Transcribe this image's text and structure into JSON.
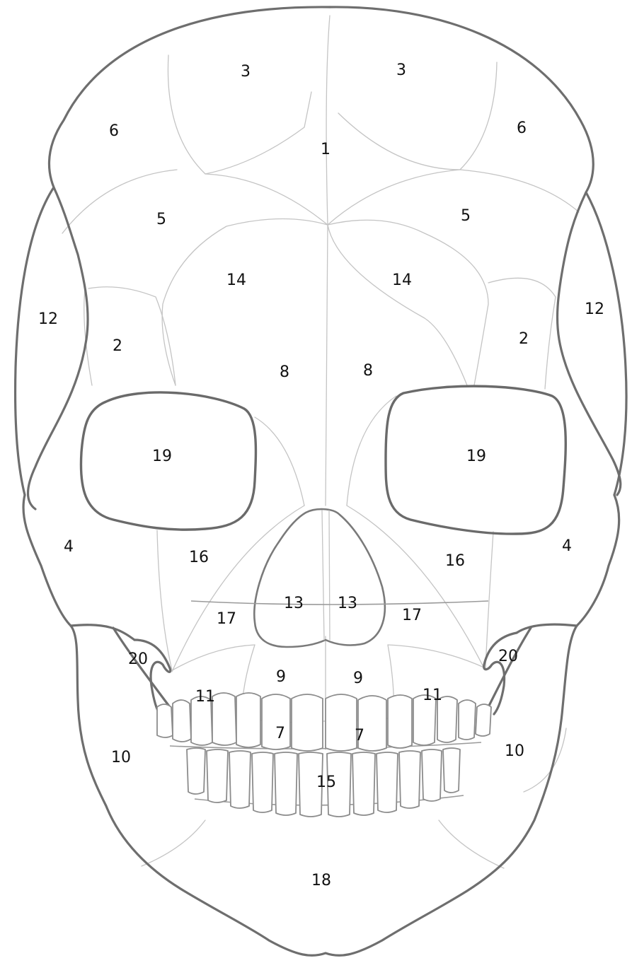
{
  "regions": [
    {
      "id": "r1",
      "label": "1"
    },
    {
      "id": "r3a",
      "label": "3"
    },
    {
      "id": "r3b",
      "label": "3"
    },
    {
      "id": "r6a",
      "label": "6"
    },
    {
      "id": "r6b",
      "label": "6"
    },
    {
      "id": "r5a",
      "label": "5"
    },
    {
      "id": "r5b",
      "label": "5"
    },
    {
      "id": "r14a",
      "label": "14"
    },
    {
      "id": "r14b",
      "label": "14"
    },
    {
      "id": "r12a",
      "label": "12"
    },
    {
      "id": "r12b",
      "label": "12"
    },
    {
      "id": "r2a",
      "label": "2"
    },
    {
      "id": "r2b",
      "label": "2"
    },
    {
      "id": "r8a",
      "label": "8"
    },
    {
      "id": "r8b",
      "label": "8"
    },
    {
      "id": "r19a",
      "label": "19"
    },
    {
      "id": "r19b",
      "label": "19"
    },
    {
      "id": "r4a",
      "label": "4"
    },
    {
      "id": "r4b",
      "label": "4"
    },
    {
      "id": "r16a",
      "label": "16"
    },
    {
      "id": "r16b",
      "label": "16"
    },
    {
      "id": "r13a",
      "label": "13"
    },
    {
      "id": "r13b",
      "label": "13"
    },
    {
      "id": "r17a",
      "label": "17"
    },
    {
      "id": "r17b",
      "label": "17"
    },
    {
      "id": "r20a",
      "label": "20"
    },
    {
      "id": "r20b",
      "label": "20"
    },
    {
      "id": "r9a",
      "label": "9"
    },
    {
      "id": "r9b",
      "label": "9"
    },
    {
      "id": "r11a",
      "label": "11"
    },
    {
      "id": "r11b",
      "label": "11"
    },
    {
      "id": "r7a",
      "label": "7"
    },
    {
      "id": "r7b",
      "label": "7"
    },
    {
      "id": "r10a",
      "label": "10"
    },
    {
      "id": "r10b",
      "label": "10"
    },
    {
      "id": "r15",
      "label": "15"
    },
    {
      "id": "r18",
      "label": "18"
    }
  ]
}
